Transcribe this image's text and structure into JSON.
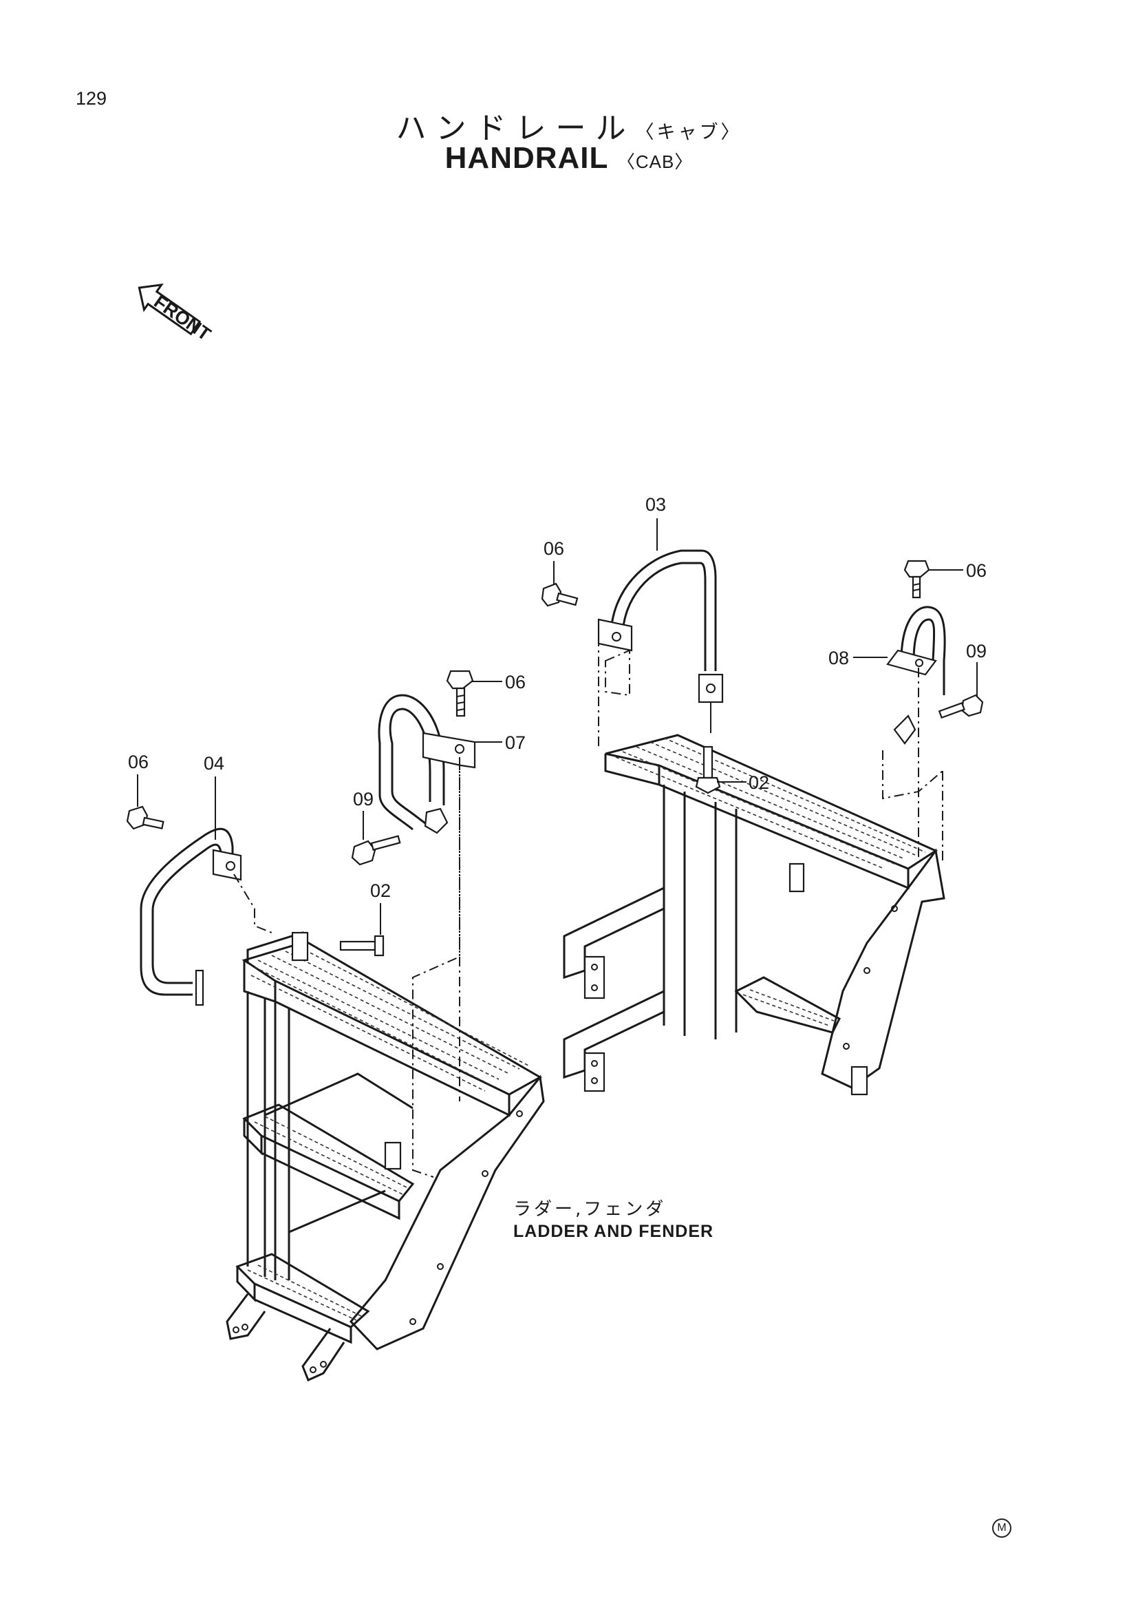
{
  "page": {
    "number": "129",
    "title_jp": "ハンドレール",
    "title_jp_suffix": "〈キャブ〉",
    "title_en": "HANDRAIL",
    "title_en_suffix": "〈CAB〉",
    "front_indicator": "FRONT",
    "assembly_label_jp": "ラダー,フェンダ",
    "assembly_label_en": "LADDER AND FENDER",
    "footer_mark": "M"
  },
  "callouts": [
    {
      "id": "c-03",
      "label": "03"
    },
    {
      "id": "c-06-a",
      "label": "06"
    },
    {
      "id": "c-06-b",
      "label": "06"
    },
    {
      "id": "c-08",
      "label": "08"
    },
    {
      "id": "c-09-a",
      "label": "09"
    },
    {
      "id": "c-02-a",
      "label": "02"
    },
    {
      "id": "c-06-c",
      "label": "06"
    },
    {
      "id": "c-07",
      "label": "07"
    },
    {
      "id": "c-06-d",
      "label": "06"
    },
    {
      "id": "c-04",
      "label": "04"
    },
    {
      "id": "c-09-b",
      "label": "09"
    },
    {
      "id": "c-02-b",
      "label": "02"
    }
  ]
}
